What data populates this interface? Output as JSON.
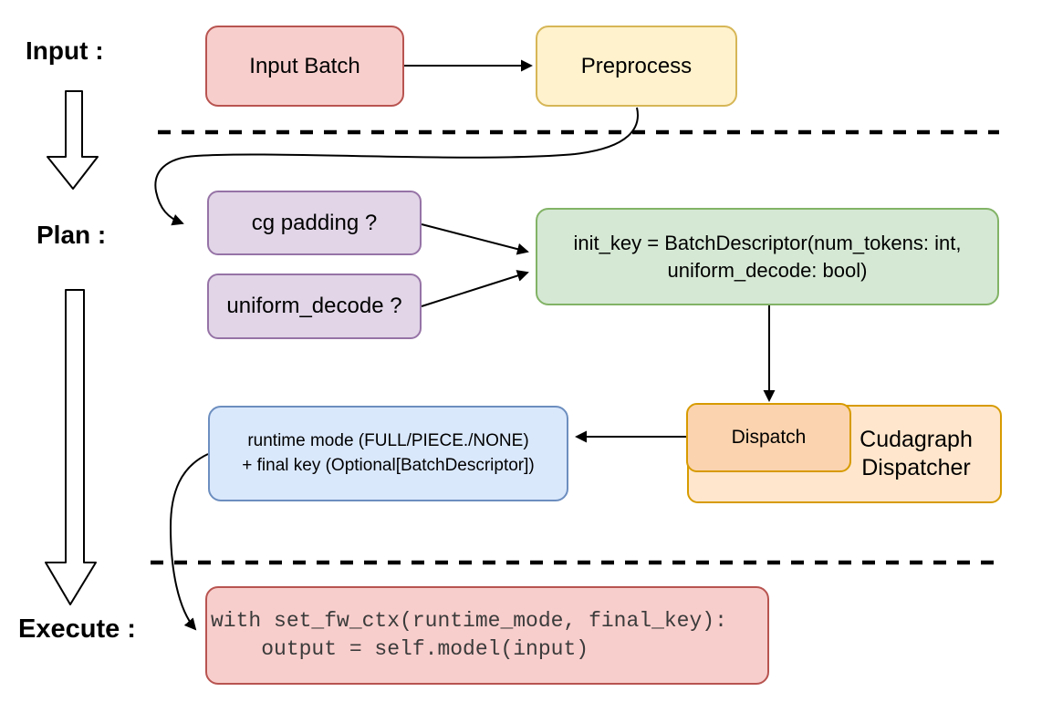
{
  "labels": {
    "input": "Input :",
    "plan": "Plan :",
    "execute": "Execute :"
  },
  "nodes": {
    "input_batch": {
      "label": "Input Batch"
    },
    "preprocess": {
      "label": "Preprocess"
    },
    "cg_padding": {
      "label": "cg padding ?"
    },
    "uniform_decode": {
      "label": "uniform_decode ?"
    },
    "init_key": {
      "line1": "init_key = BatchDescriptor(num_tokens: int,",
      "line2": "uniform_decode: bool)"
    },
    "dispatch": {
      "label": "Dispatch"
    },
    "cudagraph_dispatcher": {
      "line1": "Cudagraph",
      "line2": "Dispatcher"
    },
    "runtime_mode": {
      "line1": "runtime mode (FULL/PIECE./NONE)",
      "line2": "+ final key (Optional[BatchDescriptor])"
    },
    "execute_code": {
      "line1": "with set_fw_ctx(runtime_mode, final_key):",
      "line2": "    output = self.model(input)"
    }
  },
  "colors": {
    "red": {
      "fill": "#f8cecc",
      "stroke": "#b85450"
    },
    "yellow": {
      "fill": "#fff2cc",
      "stroke": "#d6b656"
    },
    "purple": {
      "fill": "#e1d5e7",
      "stroke": "#9673a6"
    },
    "green": {
      "fill": "#d5e8d4",
      "stroke": "#82b366"
    },
    "blue": {
      "fill": "#dae8fc",
      "stroke": "#6c8ebf"
    },
    "orange_light": {
      "fill": "#ffe6cc",
      "stroke": "#d79b00"
    },
    "orange": {
      "fill": "#fbd3ae",
      "stroke": "#d79b00"
    },
    "line": "#000000",
    "label_text": "#000000",
    "code_text": "#3b3b3b"
  }
}
